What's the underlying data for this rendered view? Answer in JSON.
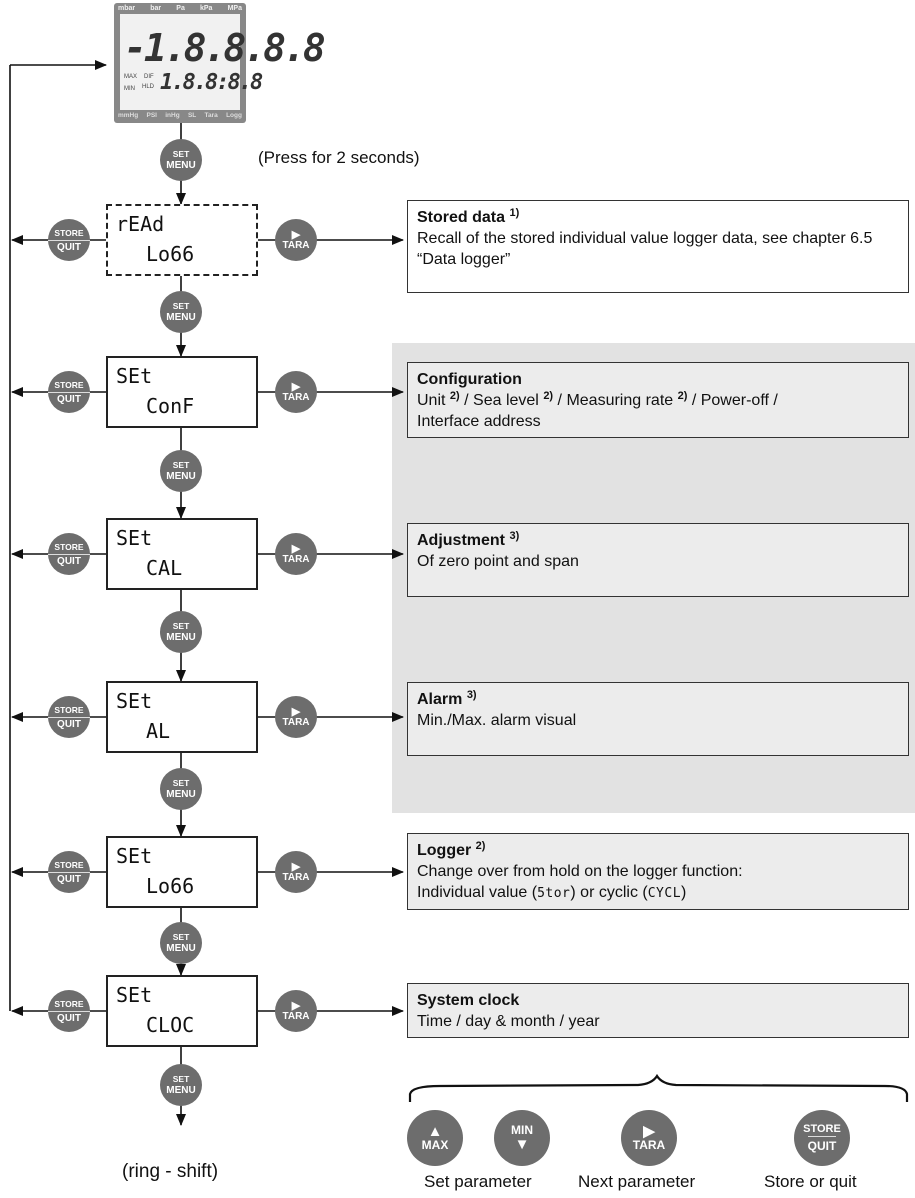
{
  "hint_press": "(Press for 2 seconds)",
  "ring_shift": "(ring - shift)",
  "lcd": {
    "top_units": [
      "mbar",
      "bar",
      "Pa",
      "kPa",
      "MPa"
    ],
    "bottom_units": [
      "mmHg",
      "PSI",
      "inHg",
      "SL",
      "Tara",
      "Logg"
    ],
    "main_digits": "-1.8.8.8.8",
    "sub_digits": "1.8.8:8.8",
    "labels": [
      "MAX",
      "DIF",
      "MIN",
      "HLD"
    ]
  },
  "buttons": {
    "set_top": "SET",
    "set_bottom": "MENU",
    "store_top": "STORE",
    "store_bottom": "QUIT",
    "tara_label": "TARA",
    "max_label": "MAX",
    "min_label": "MIN"
  },
  "states": [
    {
      "line1": "rEAd",
      "line2": "Lo66",
      "style": "dashed"
    },
    {
      "line1": "SEt",
      "line2": "ConF",
      "style": "solid"
    },
    {
      "line1": "SEt",
      "line2": "CAL",
      "style": "solid"
    },
    {
      "line1": "SEt",
      "line2": "AL",
      "style": "solid"
    },
    {
      "line1": "SEt",
      "line2": "Lo66",
      "style": "solid"
    },
    {
      "line1": "SEt",
      "line2": "CLOC",
      "style": "solid"
    }
  ],
  "info": {
    "stored": {
      "title": "Stored data",
      "sup": "1)",
      "text": "Recall of the stored individual value logger data, see chapter 6.5 “Data logger”"
    },
    "config": {
      "title": "Configuration",
      "unit": "Unit",
      "sea": "Sea level",
      "rate": "Measuring rate",
      "sup": "2)",
      "rest": "Power-off /",
      "line2": "Interface address"
    },
    "adjust": {
      "title": "Adjustment",
      "sup": "3)",
      "text": "Of zero point and span"
    },
    "alarm": {
      "title": "Alarm",
      "sup": "3)",
      "text": "Min./Max. alarm visual"
    },
    "logger": {
      "title": "Logger",
      "sup": "2)",
      "line1": "Change over from hold on the logger function:",
      "line2a": "Individual value (",
      "stor": "5tor",
      "line2b": ") or cyclic (",
      "cycl": "CYCL",
      "line2c": ")"
    },
    "clock": {
      "title": "System clock",
      "text": "Time / day & month / year"
    }
  },
  "legend": {
    "set_param": "Set parameter",
    "next_param": "Next parameter",
    "store_quit": "Store or quit"
  },
  "colors": {
    "button_fill": "#6d6d6d",
    "panel_fill": "#e2e2e2",
    "box_fill": "#ececec"
  }
}
